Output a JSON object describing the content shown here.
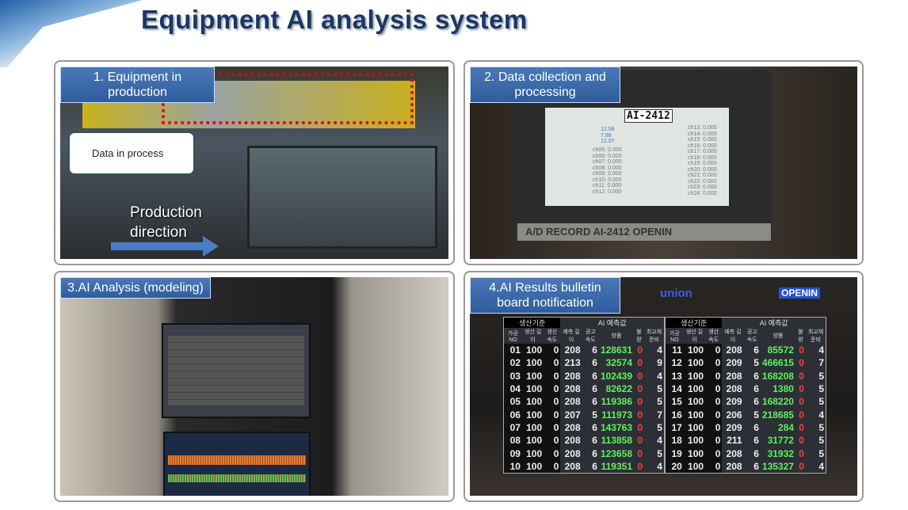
{
  "title": "Equipment AI analysis system",
  "panels": [
    {
      "label": "1. Equipment in production",
      "callout": "Data in process",
      "direction": "Production direction"
    },
    {
      "label": "2. Data collection and processing",
      "device_model": "AI-2412",
      "device_brand": "A/D RECORD AI-2412",
      "brand": "OPENIN",
      "left_channels": [
        "ch05: 0.000",
        "ch06: 0.000",
        "ch07: 0.000",
        "ch08: 0.000",
        "ch09: 0.000",
        "ch10: 0.000",
        "ch11: 0.000",
        "ch12: 0.000"
      ],
      "right_channels": [
        "ch13: 0.000",
        "ch14: 0.000",
        "ch15: 0.000",
        "ch16: 0.000",
        "ch17: 0.000",
        "ch18: 0.000",
        "ch19: 0.000",
        "ch20: 0.000",
        "ch21: 0.000",
        "ch22: 0.000",
        "ch23: 0.000",
        "ch24: 0.000"
      ],
      "top_values": [
        "12.58",
        "7.86",
        "12.07"
      ]
    },
    {
      "label": "3.AI Analysis (modeling)"
    },
    {
      "label": "4.AI Results bulletin board notification",
      "logo_left": "union",
      "logo_right": "OPENIN",
      "group_prod": "생산기준",
      "group_ai": "AI 예측값",
      "headers": [
        "가공 NO",
        "생산 길이",
        "생산 속도",
        "예측 길이",
        "권고 속도",
        "양품",
        "불량",
        "최교체 준비"
      ],
      "rows_left": [
        [
          "01",
          "100",
          "0",
          "208",
          "6",
          "128631",
          "0",
          "4"
        ],
        [
          "02",
          "100",
          "0",
          "213",
          "6",
          "32574",
          "0",
          "9"
        ],
        [
          "03",
          "100",
          "0",
          "208",
          "6",
          "102439",
          "0",
          "4"
        ],
        [
          "04",
          "100",
          "0",
          "208",
          "6",
          "82622",
          "0",
          "5"
        ],
        [
          "05",
          "100",
          "0",
          "208",
          "6",
          "119386",
          "0",
          "5"
        ],
        [
          "06",
          "100",
          "0",
          "207",
          "5",
          "111973",
          "0",
          "7"
        ],
        [
          "07",
          "100",
          "0",
          "208",
          "6",
          "143763",
          "0",
          "5"
        ],
        [
          "08",
          "100",
          "0",
          "208",
          "6",
          "113858",
          "0",
          "4"
        ],
        [
          "09",
          "100",
          "0",
          "208",
          "6",
          "123658",
          "0",
          "5"
        ],
        [
          "10",
          "100",
          "0",
          "208",
          "6",
          "119351",
          "0",
          "4"
        ]
      ],
      "rows_right": [
        [
          "11",
          "100",
          "0",
          "208",
          "6",
          "85572",
          "0",
          "4"
        ],
        [
          "12",
          "100",
          "0",
          "209",
          "5",
          "466615",
          "0",
          "7"
        ],
        [
          "13",
          "100",
          "0",
          "208",
          "6",
          "168208",
          "0",
          "5"
        ],
        [
          "14",
          "100",
          "0",
          "208",
          "6",
          "1380",
          "0",
          "5"
        ],
        [
          "15",
          "100",
          "0",
          "209",
          "6",
          "168220",
          "0",
          "5"
        ],
        [
          "16",
          "100",
          "0",
          "206",
          "5",
          "218685",
          "0",
          "4"
        ],
        [
          "17",
          "100",
          "0",
          "209",
          "6",
          "284",
          "0",
          "5"
        ],
        [
          "18",
          "100",
          "0",
          "211",
          "6",
          "31772",
          "0",
          "5"
        ],
        [
          "19",
          "100",
          "0",
          "208",
          "6",
          "31932",
          "0",
          "5"
        ],
        [
          "20",
          "100",
          "0",
          "208",
          "6",
          "135327",
          "0",
          "4"
        ]
      ]
    }
  ]
}
